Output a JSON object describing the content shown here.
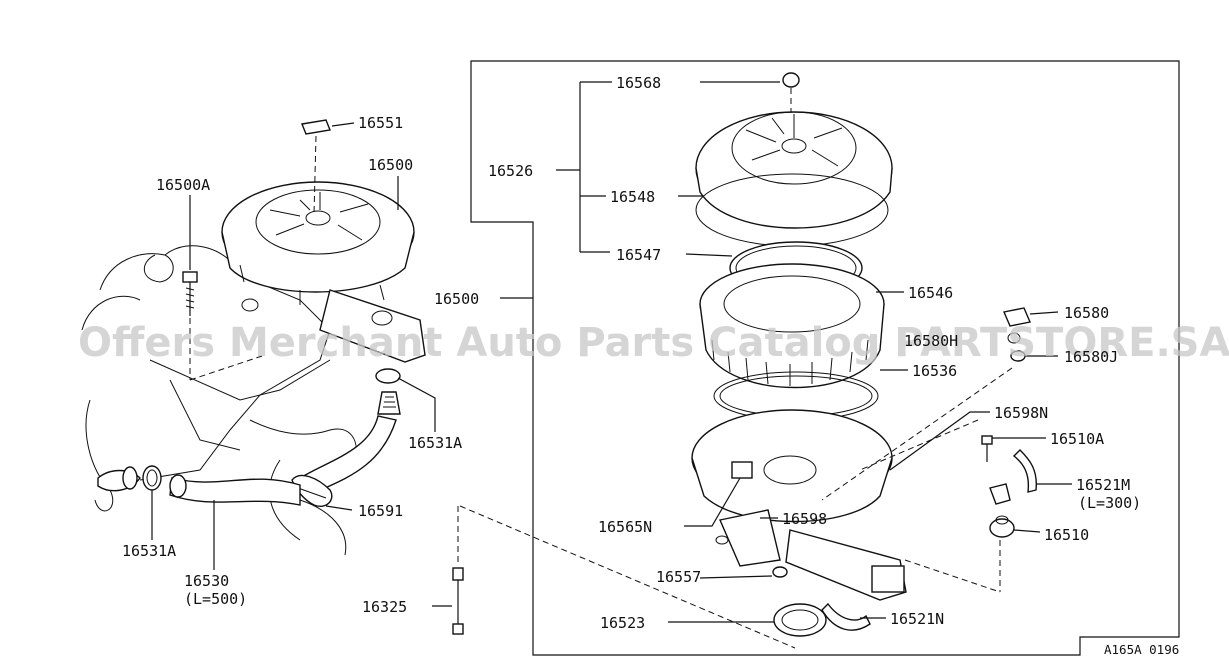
{
  "watermark": "Offers Merchant Auto Parts Catalog PARTSTORE.SA",
  "diagram_code": "A165A 0196",
  "labels": {
    "p16551": "16551",
    "p16500_left": "16500",
    "p16500A": "16500A",
    "p16531A_right": "16531A",
    "p16591": "16591",
    "p16531A_left": "16531A",
    "p16530": "16530",
    "p16530_len": "(L=500)",
    "p16325": "16325",
    "p16500_box": "16500",
    "p16568": "16568",
    "p16526": "16526",
    "p16548": "16548",
    "p16547": "16547",
    "p16546": "16546",
    "p16580": "16580",
    "p16580H": "16580H",
    "p16580J": "16580J",
    "p16536": "16536",
    "p16598N": "16598N",
    "p16510A": "16510A",
    "p16521M": "16521M",
    "p16521M_len": "(L=300)",
    "p16510": "16510",
    "p16565N": "16565N",
    "p16598": "16598",
    "p16557": "16557",
    "p16523": "16523",
    "p16521N": "16521N"
  }
}
